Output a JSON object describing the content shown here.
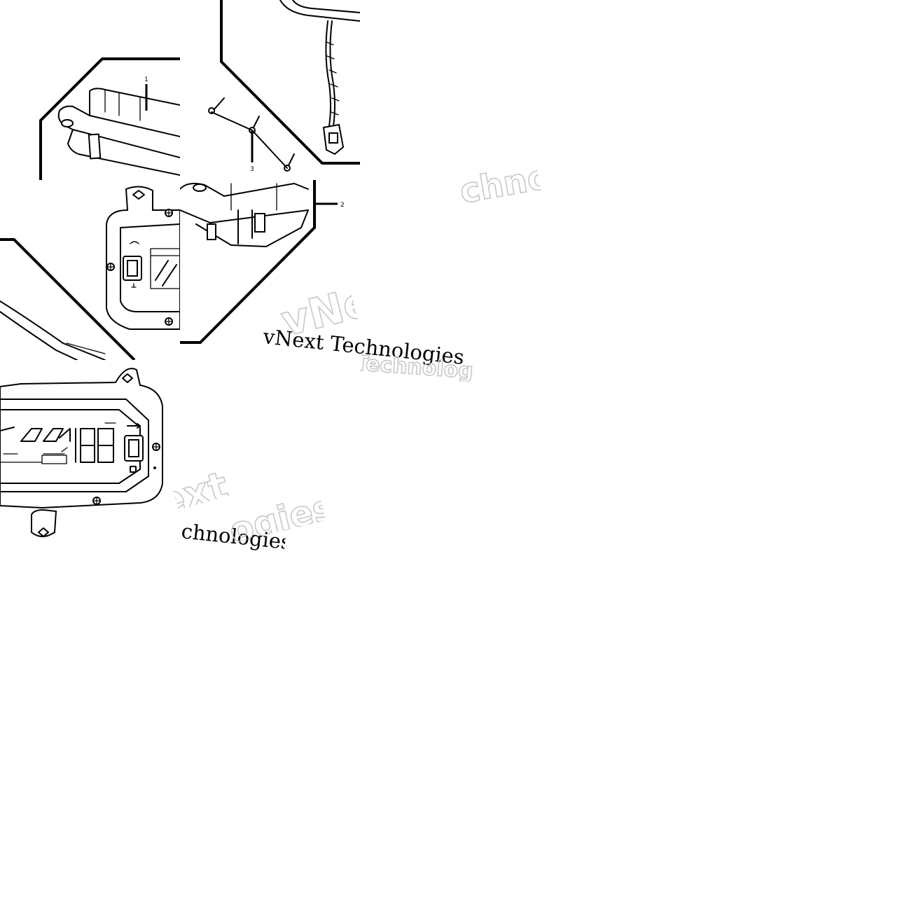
{
  "diagram": {
    "callouts": [
      {
        "id": "part-1",
        "label": "1"
      },
      {
        "id": "part-2",
        "label": "2"
      },
      {
        "id": "part-3",
        "label": "3"
      }
    ],
    "watermarks": {
      "plain_1": "vNext Technologies",
      "plain_2": "chnologies",
      "outline_1": "vNext",
      "outline_2": "Technologies",
      "outline_3": "ext",
      "outline_4": "logies",
      "outline_5": "chno"
    },
    "colors": {
      "line": "#000000",
      "background": "#ffffff",
      "watermark_outline": "#c8c8c8"
    }
  }
}
